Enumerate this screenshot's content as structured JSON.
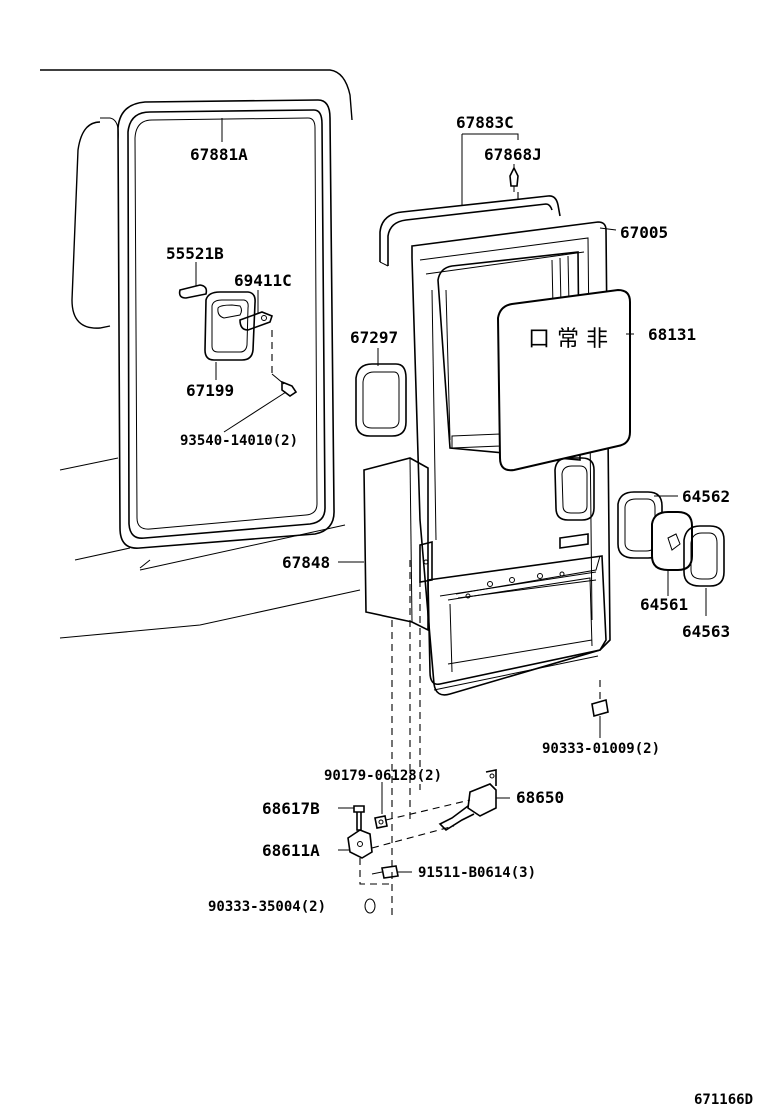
{
  "diagram": {
    "door_plate_text": "口 常 非",
    "footer_id": "671166D",
    "labels": {
      "p67881A": "67881A",
      "p67883C": "67883C",
      "p67868J": "67868J",
      "p67005": "67005",
      "p55521B": "55521B",
      "p69411C": "69411C",
      "p67297": "67297",
      "p68131": "68131",
      "p67199": "67199",
      "p93540": "93540-14010(2)",
      "p64562": "64562",
      "p67848": "67848",
      "p64561": "64561",
      "p64563": "64563",
      "p90333_01009": "90333-01009(2)",
      "p90179": "90179-06128(2)",
      "p68650": "68650",
      "p68617B": "68617B",
      "p68611A": "68611A",
      "p91511": "91511-B0614(3)",
      "p90333_35004": "90333-35004(2)"
    }
  }
}
